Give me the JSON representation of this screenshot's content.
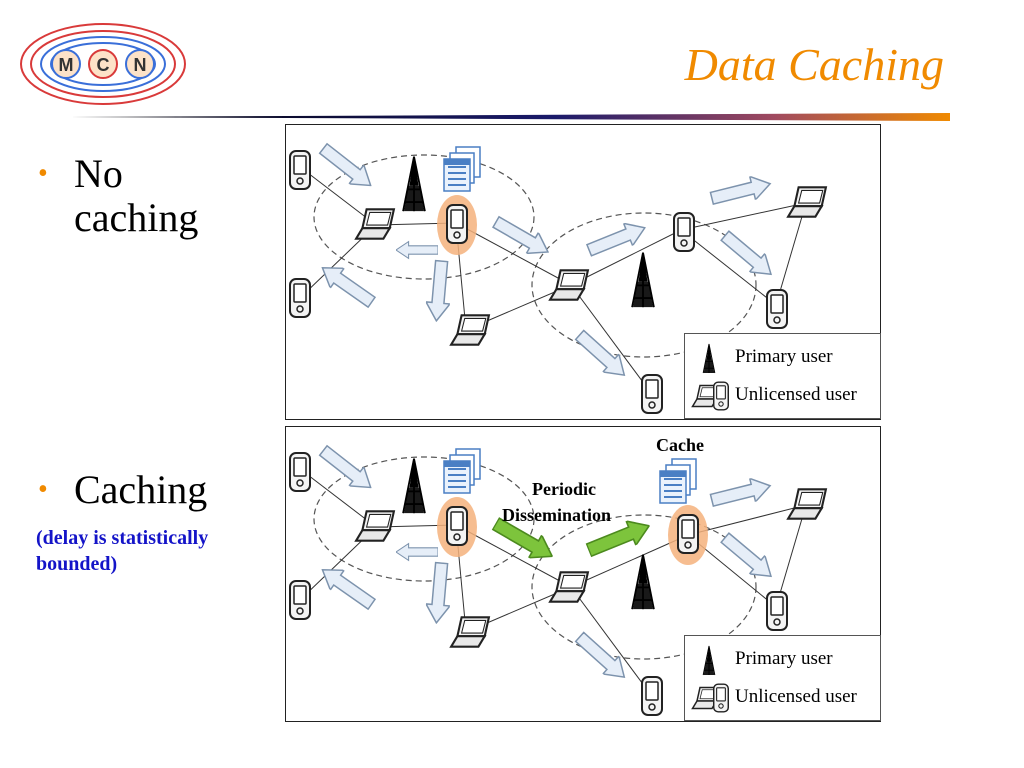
{
  "slide": {
    "title": "Data Caching",
    "logo_letters": [
      "M",
      "C",
      "N"
    ],
    "accent_color": "#f08a00",
    "note_color": "#1414c8"
  },
  "bullets": [
    {
      "text": "No caching"
    },
    {
      "text": "Caching"
    }
  ],
  "caching_note": "(delay is statistically bounded)",
  "panels": [
    {
      "id": "no-caching",
      "legend": {
        "primary": "Primary user",
        "unlicensed": "Unlicensed user"
      }
    },
    {
      "id": "caching",
      "legend": {
        "primary": "Primary user",
        "unlicensed": "Unlicensed user"
      },
      "labels": {
        "cache": "Cache",
        "periodic_1": "Periodic",
        "periodic_2": "Dissemination"
      }
    }
  ]
}
